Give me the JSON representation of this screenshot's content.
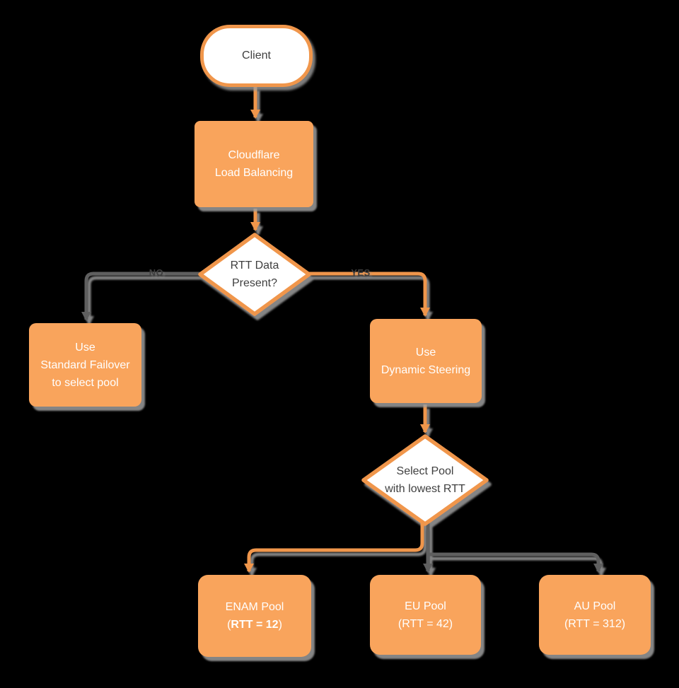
{
  "diagram": {
    "title": "Cloudflare Load Balancing flowchart",
    "colors": {
      "background": "#000000",
      "node_fill_orange": "#F9A45C",
      "node_stroke_orange": "#F0964B",
      "connector_orange": "#F0964B",
      "connector_gray": "#5E5E5E",
      "shadow_gray": "#9C9C9C",
      "dark_text": "#3F3F3F",
      "light_text": "#FFFFFF"
    },
    "nodes": {
      "client": {
        "label": "Client"
      },
      "load_balancer": {
        "line1": "Cloudflare",
        "line2": "Load Balancing"
      },
      "rtt_decision": {
        "line1": "RTT Data",
        "line2": "Present?"
      },
      "standard_failover": {
        "line1": "Use",
        "line2": "Standard Failover",
        "line3": "to select pool"
      },
      "dynamic_steering": {
        "line1": "Use",
        "line2": "Dynamic Steering"
      },
      "select_pool": {
        "line1": "Select Pool",
        "line2": "with lowest RTT"
      },
      "enam_pool": {
        "name": "ENAM Pool",
        "rtt_prefix": "(",
        "rtt_value": "RTT = 12",
        "rtt_suffix": ")"
      },
      "eu_pool": {
        "name": "EU Pool",
        "rtt": "(RTT = 42)"
      },
      "au_pool": {
        "name": "AU Pool",
        "rtt": "(RTT = 312)"
      }
    },
    "edge_labels": {
      "no": "NO",
      "yes": "YES"
    }
  }
}
